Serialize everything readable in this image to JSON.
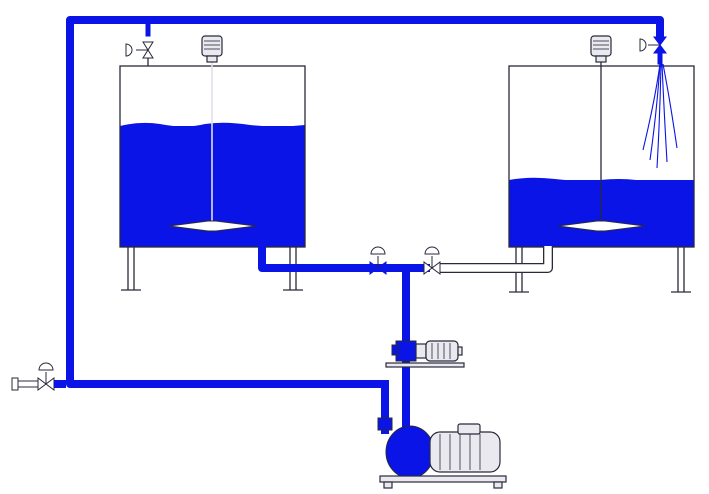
{
  "diagram": {
    "kind": "process-flow-schematic",
    "text_labels": [],
    "colors": {
      "liquid": "#0a14e6",
      "pipe_active": "#0a14e6",
      "pipe_inactive": "#ffffff",
      "outline": "#2a2a3a",
      "tank_fill": "#ffffff",
      "equipment_fill": "#e9e9ef"
    },
    "components": [
      {
        "id": "tank-left",
        "type": "mixing-tank",
        "has_agitator": true,
        "liquid_level": 0.74
      },
      {
        "id": "tank-right",
        "type": "mixing-tank",
        "has_agitator": true,
        "has_spray_nozzle": true,
        "liquid_level": 0.37
      },
      {
        "id": "vent-valve-left",
        "type": "actuated-valve"
      },
      {
        "id": "spray-valve-right",
        "type": "actuated-valve"
      },
      {
        "id": "outlet-valve-left",
        "type": "actuated-valve",
        "state": "open"
      },
      {
        "id": "outlet-valve-right",
        "type": "actuated-valve",
        "state": "closed"
      },
      {
        "id": "inlet-valve",
        "type": "actuated-valve"
      },
      {
        "id": "dosing-unit",
        "type": "motor-driven-pump"
      },
      {
        "id": "main-pump",
        "type": "centrifugal-pump"
      }
    ]
  }
}
